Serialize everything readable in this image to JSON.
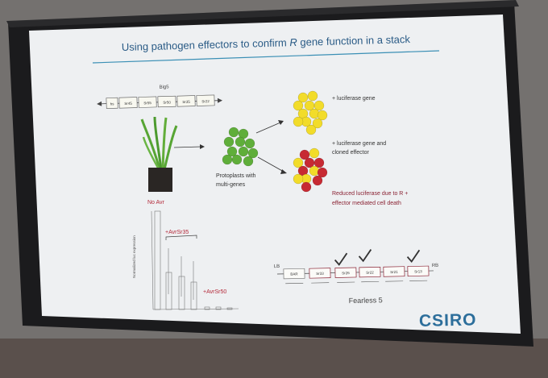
{
  "slide": {
    "title_plain": "Using  pathogen effectors to confirm ",
    "title_italic": "R",
    "title_rest": " gene function in a stack",
    "big5_label": "Big5",
    "big5_genes": [
      "hs",
      "Sr45",
      "Sr55",
      "Sr50",
      "Sr35",
      "Sr22"
    ],
    "protoplast_label_1": "Protoplasts with",
    "protoplast_label_2": "multi-genes",
    "outcome_luciferase": "+ luciferase gene",
    "outcome_cloned_1": "+ luciferase gene and",
    "outcome_cloned_2": "cloned effector",
    "outcome_reduced_1": "Reduced luciferase due to R +",
    "outcome_reduced_2": "effector mediated cell death",
    "chart_no_avr": "No Avr",
    "chart_avrsr35": "+AvrSr35",
    "chart_avrsr50": "+AvrSr50",
    "chart_ylabel": "Normalized luc expression",
    "fearless_lb": "LB",
    "fearless_rb": "RB",
    "fearless_genes": [
      "BAR",
      "Sr33",
      "Sr26",
      "Sr22",
      "Sr21",
      "Sr13"
    ],
    "fearless_label": "Fearless 5",
    "logo": "CSIRO"
  },
  "colors": {
    "yellow_cell": "#f2dc2a",
    "red_cell": "#c72a33",
    "green_cell": "#5fae3a",
    "title_color": "#2a5b86",
    "underline": "#3a8fb5",
    "accent_red": "#b42a3a"
  }
}
